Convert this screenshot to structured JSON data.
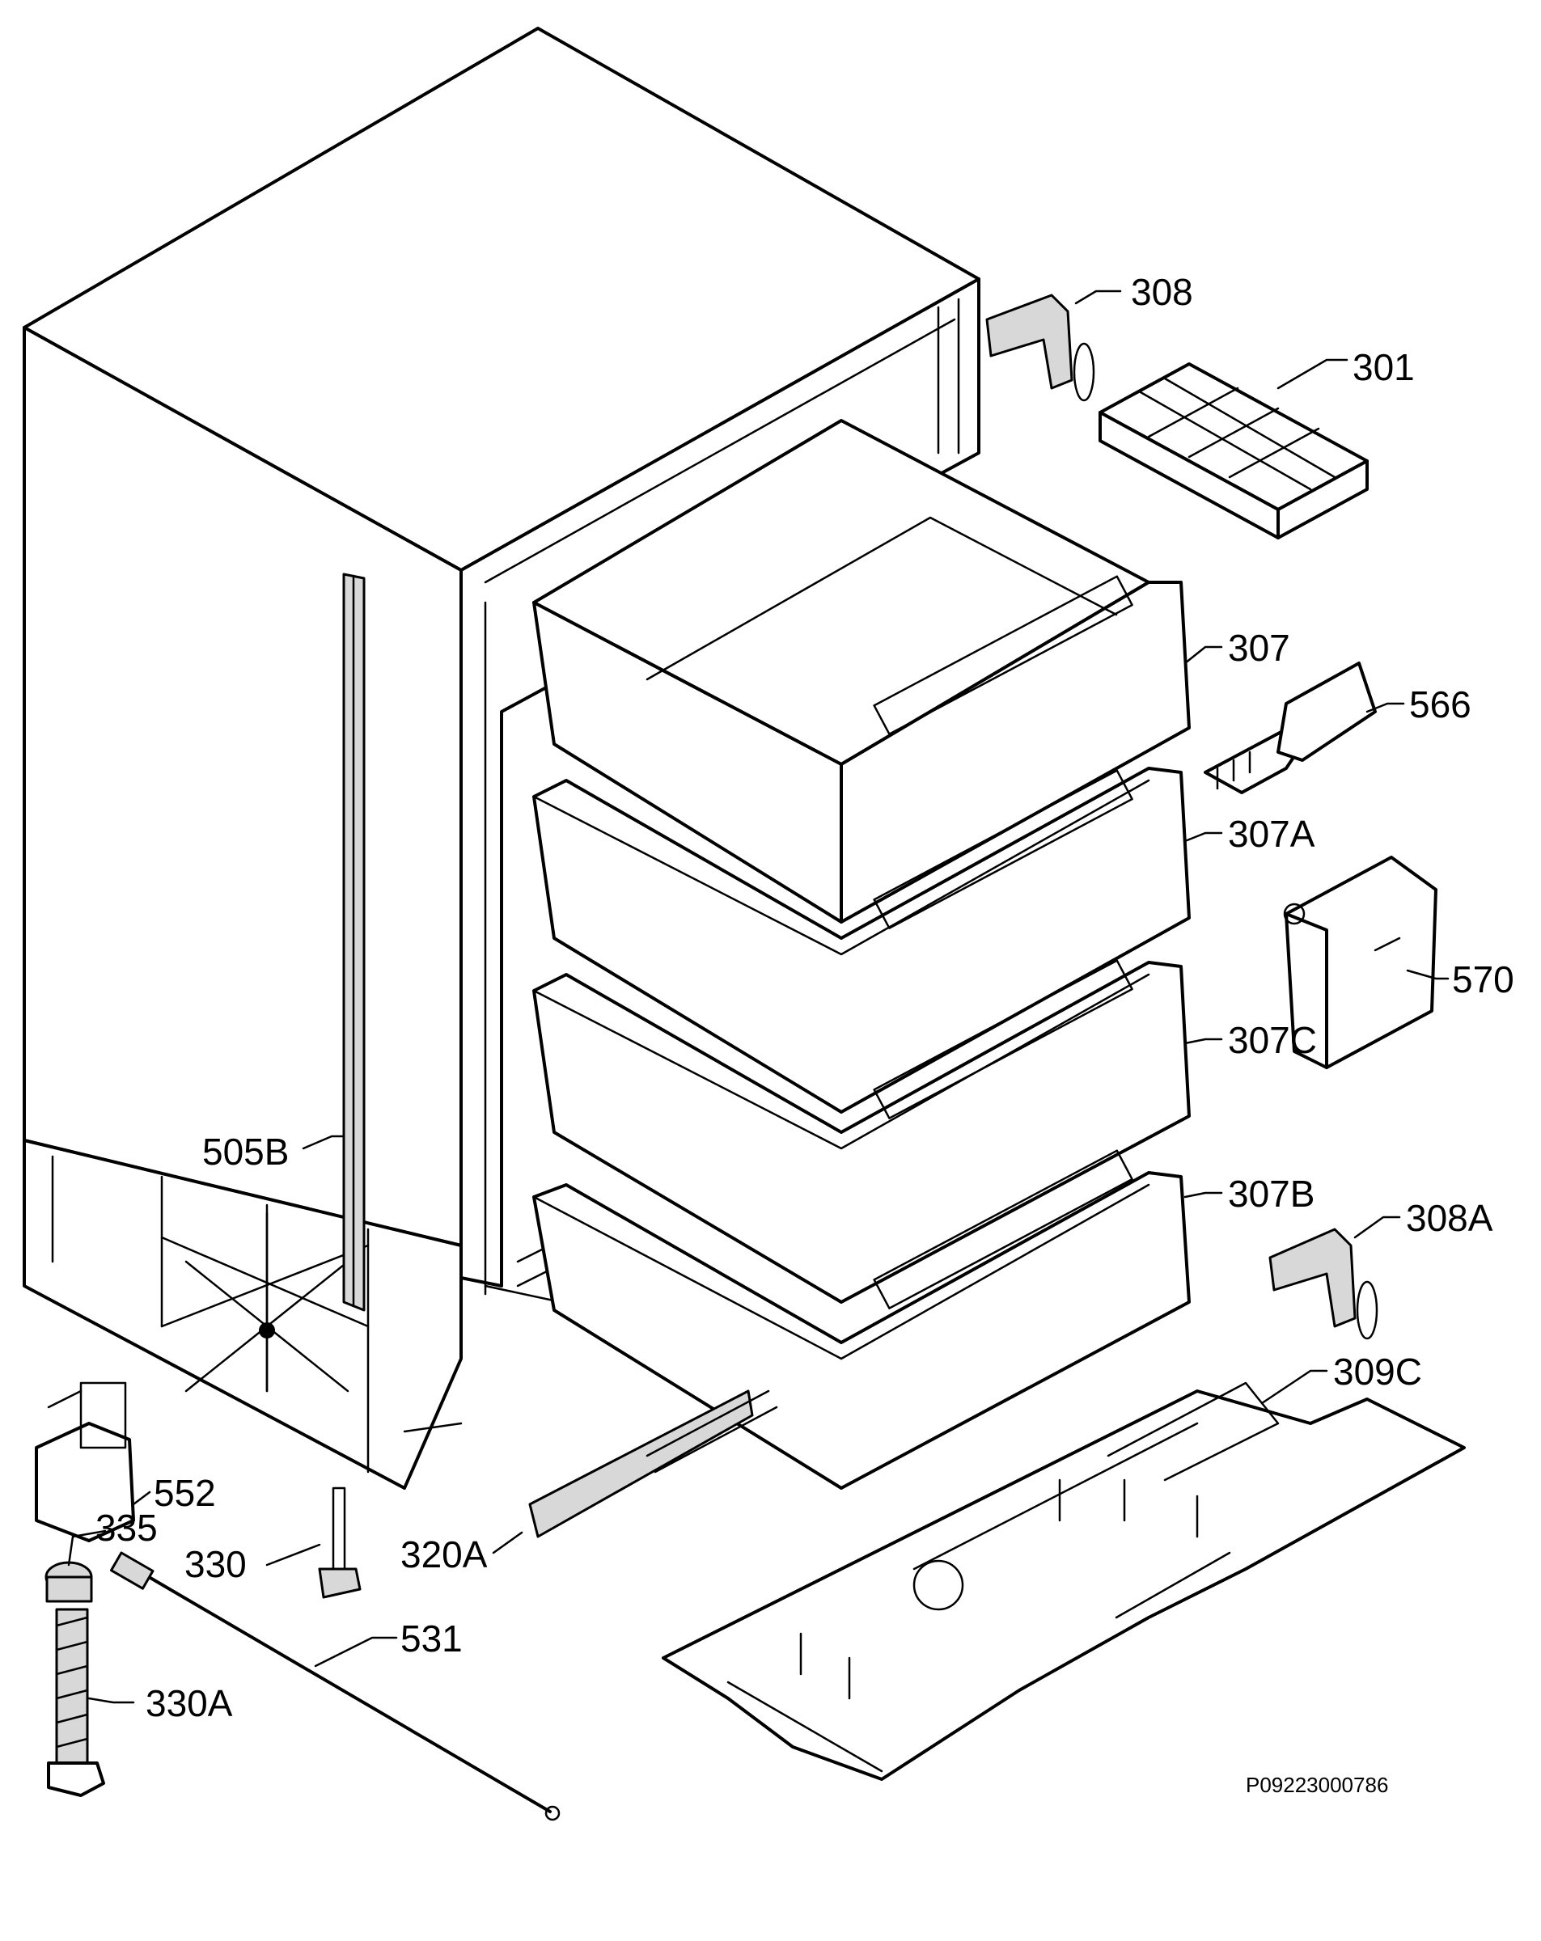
{
  "labels": {
    "p308": "308",
    "p301": "301",
    "p307": "307",
    "p566": "566",
    "p307A": "307A",
    "p570": "570",
    "p307C": "307C",
    "p505B": "505B",
    "p307B": "307B",
    "p308A": "308A",
    "p309C": "309C",
    "p552": "552",
    "p335": "335",
    "p330": "330",
    "p320A": "320A",
    "p531": "531",
    "p330A": "330A"
  },
  "drawing_code": "P09223000786"
}
